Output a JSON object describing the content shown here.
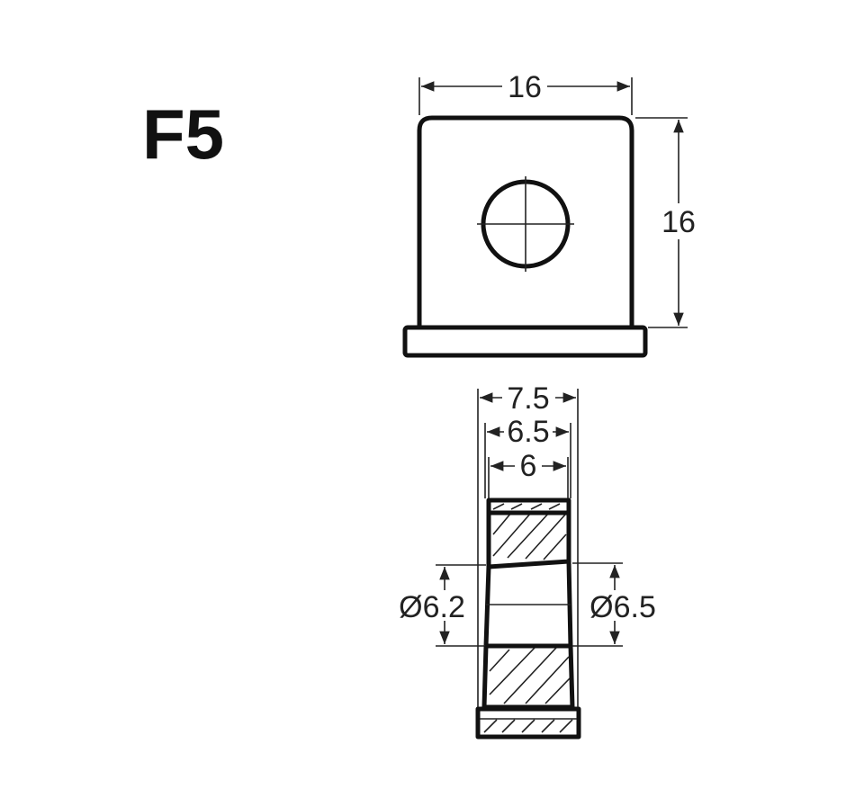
{
  "part_label": "F5",
  "front_view": {
    "width_label": "16",
    "height_label": "16"
  },
  "section_view": {
    "width_outer_label": "7.5",
    "width_middle_label": "6.5",
    "width_inner_label": "6",
    "bore_left_label": "Ø6.2",
    "bore_right_label": "Ø6.5"
  }
}
